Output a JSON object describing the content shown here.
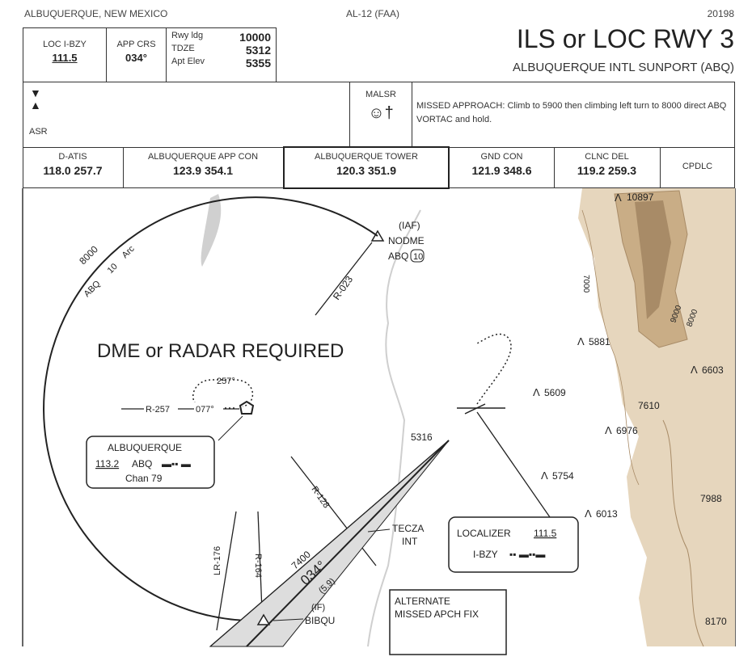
{
  "header": {
    "location": "ALBUQUERQUE, NEW MEXICO",
    "chart_id": "AL-12 (FAA)",
    "cycle": "20198",
    "title": "ILS or LOC RWY 3",
    "airport": "ALBUQUERQUE INTL SUNPORT (ABQ)"
  },
  "briefing": {
    "loc_label": "LOC  I-BZY",
    "loc_freq": "111.5",
    "app_crs_label": "APP CRS",
    "app_crs": "034°",
    "rwy_ldg_label": "Rwy ldg",
    "rwy_ldg": "10000",
    "tdze_label": "TDZE",
    "tdze": "5312",
    "apt_elev_label": "Apt Elev",
    "apt_elev": "5355",
    "asr": "ASR",
    "malsr": "MALSR",
    "missed_approach": "MISSED APPROACH: Climb to 5900 then climbing left turn to 8000 direct ABQ VORTAC and hold."
  },
  "comms": [
    {
      "name": "D-ATIS",
      "freq": "118.0  257.7"
    },
    {
      "name": "ALBUQUERQUE APP CON",
      "freq": "123.9  354.1"
    },
    {
      "name": "ALBUQUERQUE TOWER",
      "freq": "120.3  351.9"
    },
    {
      "name": "GND CON",
      "freq": "121.9  348.6"
    },
    {
      "name": "CLNC DEL",
      "freq": "119.2  259.3"
    },
    {
      "name": "CPDLC",
      "freq": ""
    }
  ],
  "plan": {
    "notice": "DME or RADAR REQUIRED",
    "arc_alt": "8000",
    "arc_label_pre": "ABQ",
    "arc_dme": "10",
    "arc_label_post": "Arc",
    "iaf_tag": "(IAF)",
    "iaf_name": "NODME",
    "iaf_ref": "ABQ",
    "iaf_dme": "10",
    "r023": "R-023",
    "r257": "R-257",
    "r257_hold_in": "077°",
    "hold_out": "257°",
    "r128": "R-128",
    "r164": "R-164",
    "lr176": "LR-176",
    "vor_name": "ALBUQUERQUE",
    "vor_freq": "113.2",
    "vor_id": "ABQ",
    "vor_chan": "Chan 79",
    "course_alt": "7400",
    "course": "034°",
    "course_dist": "(5.9)",
    "if_tag": "(IF)",
    "if_name": "BIBQU",
    "tecza": "TECZA",
    "tecza_int": "INT",
    "obstacle": "5316",
    "loc_box_label": "LOCALIZER",
    "loc_box_freq": "111.5",
    "loc_box_id": "I-BZY",
    "alt_missed_1": "ALTERNATE",
    "alt_missed_2": "MISSED APCH FIX",
    "terrain": [
      "10897",
      "5881",
      "6603",
      "5609",
      "7610",
      "6976",
      "5754",
      "6013",
      "7988",
      "8170",
      "9000",
      "8000",
      "7000"
    ]
  },
  "colors": {
    "terrain": "#d9c3a3",
    "terrain_line": "#a88b67",
    "river": "#cfcfcf"
  }
}
